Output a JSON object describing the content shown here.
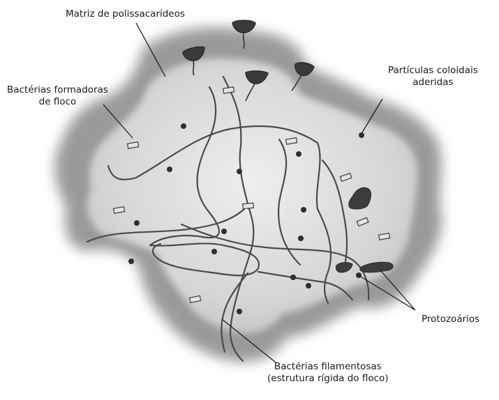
{
  "labels": {
    "matrix": "Matriz de polissacarídeos",
    "floc_bacteria_line1": "Bactérias formadoras",
    "floc_bacteria_line2": "de floco",
    "colloids_line1": "Partículas coloidais",
    "colloids_line2": "aderidas",
    "protozoa": "Protozoários",
    "filamentous_line1": "Bactérias filamentosas",
    "filamentous_line2": "(estrutura rígida do floco)"
  },
  "colors": {
    "outer_floc": "#9a9a9a",
    "inner_floc": "#dedede",
    "filament": "#4a4a4a",
    "particle": "#2e2e2e",
    "protozoa_fill": "#3a3a3a"
  }
}
